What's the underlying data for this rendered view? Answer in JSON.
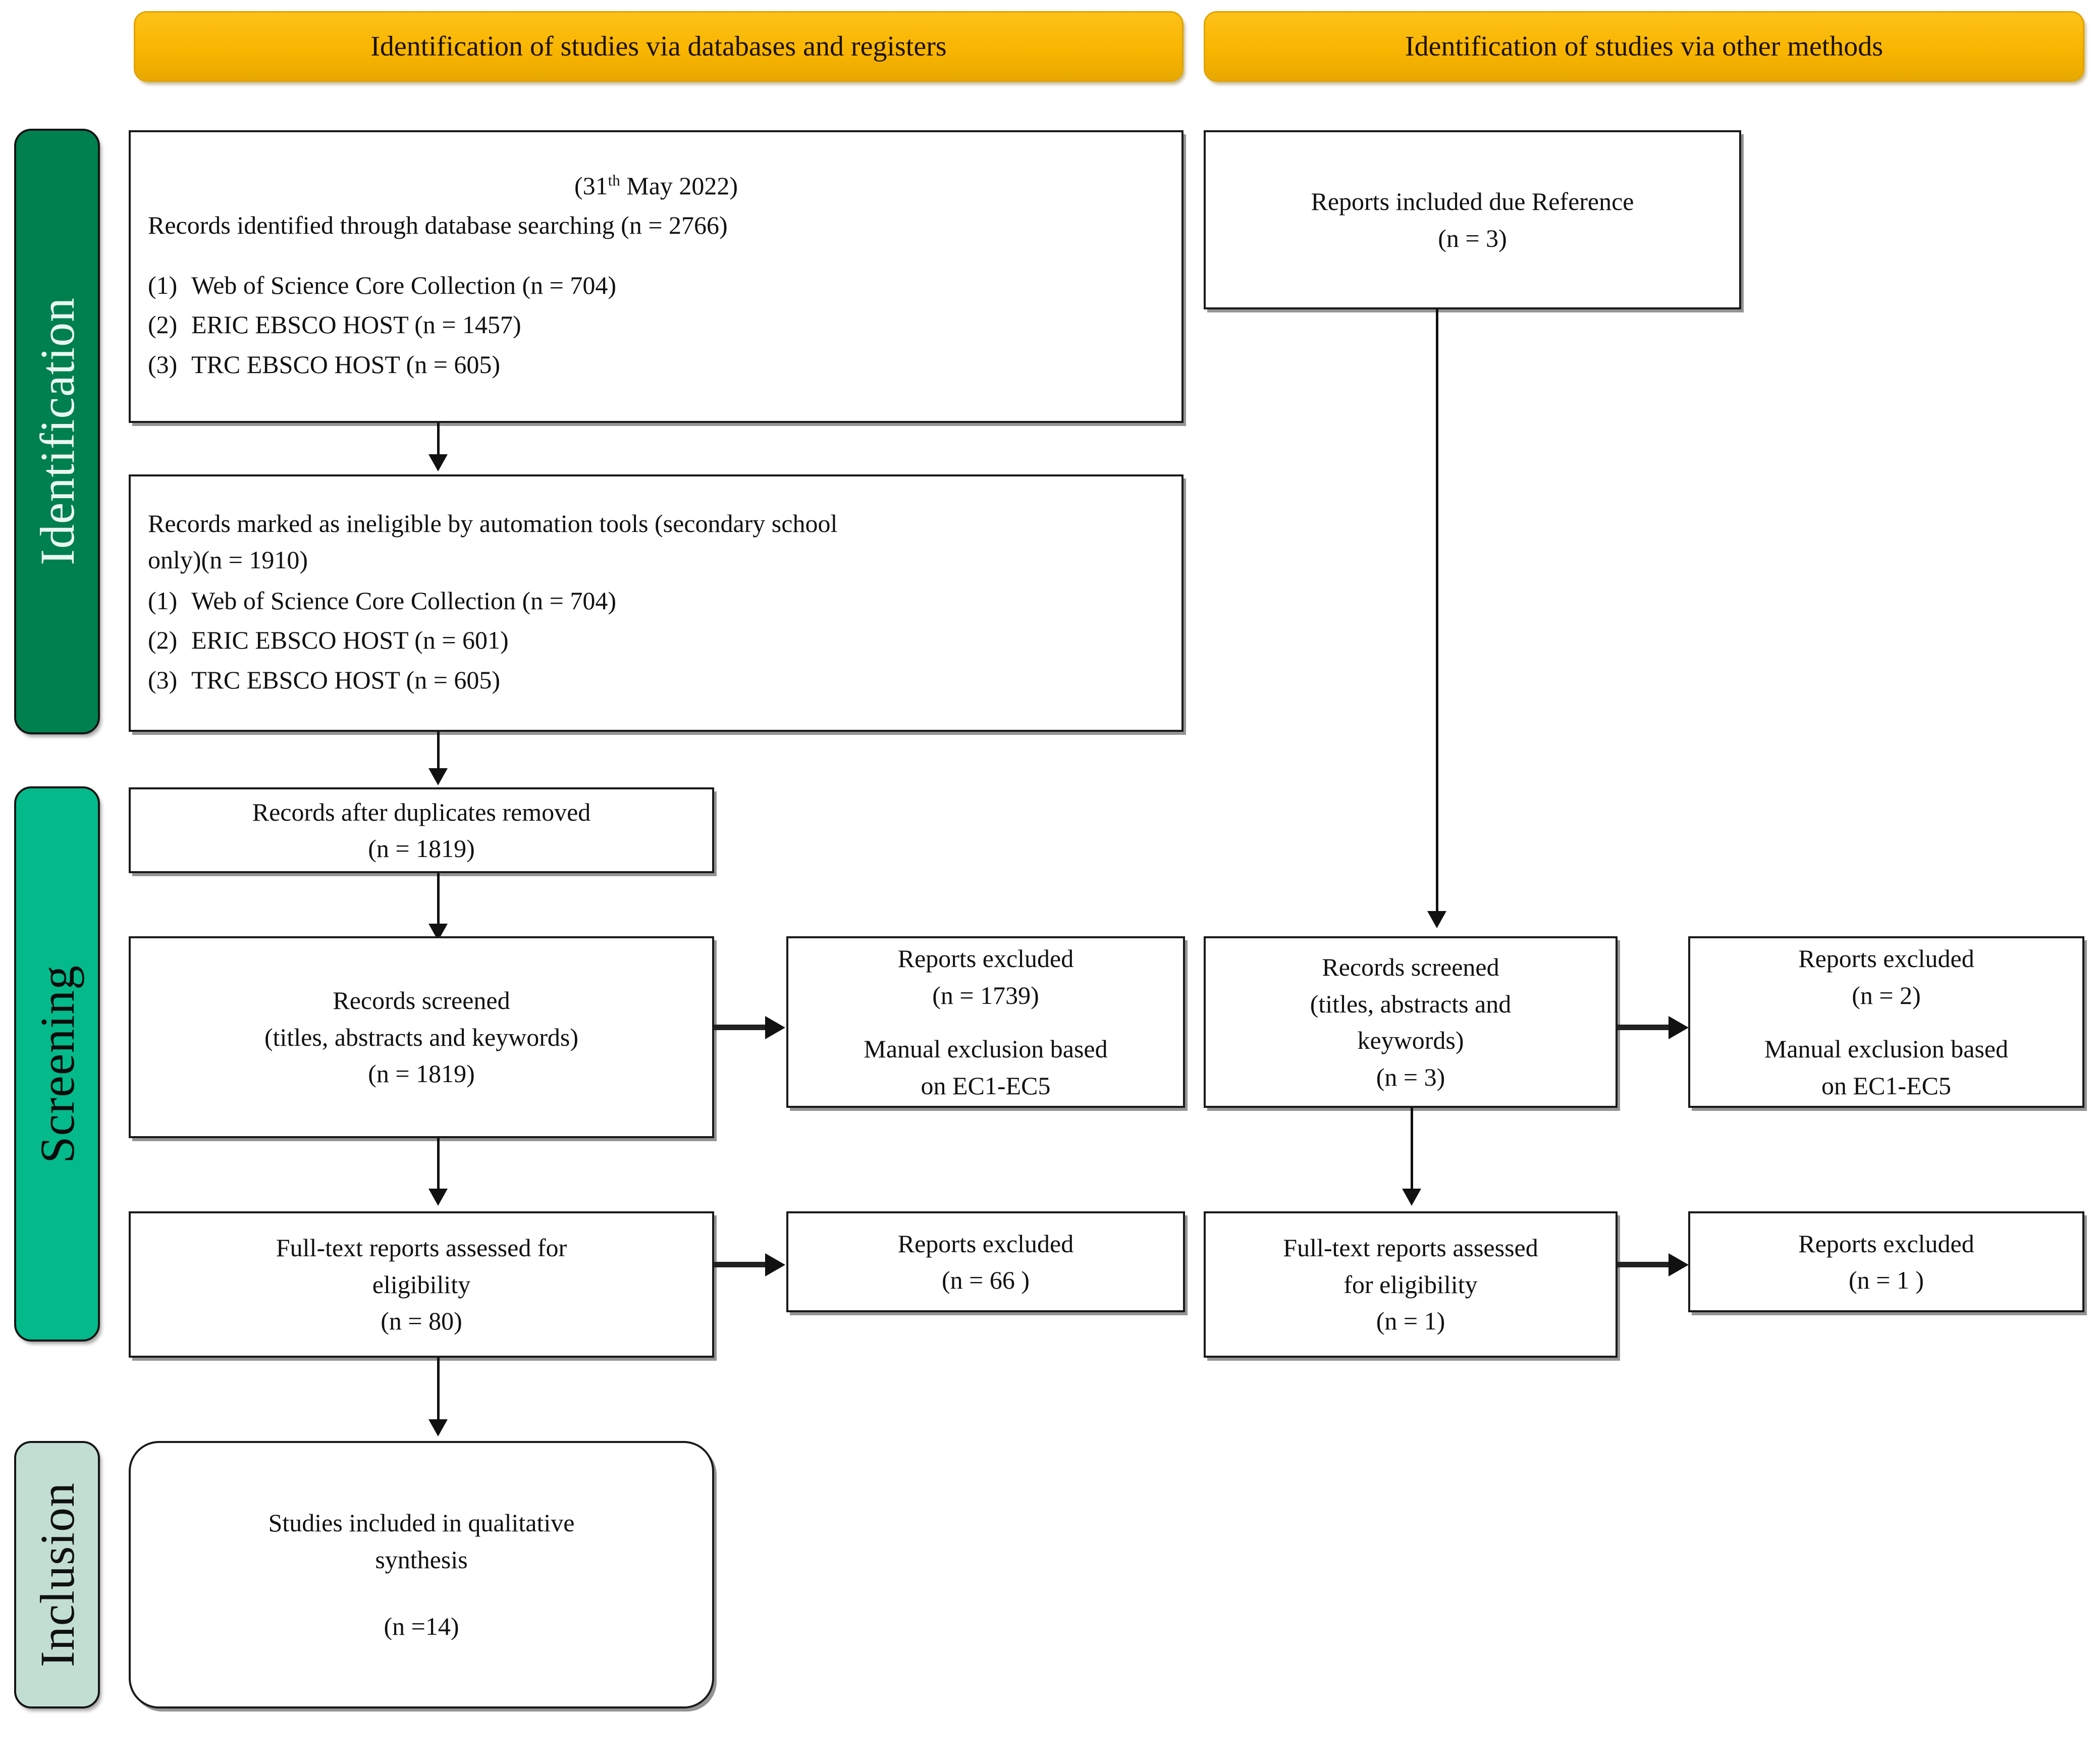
{
  "banners": {
    "left": "Identification of studies via databases and registers",
    "right": "Identification of studies via other methods"
  },
  "phases": {
    "identification": "Identification",
    "screening": "Screening",
    "inclusion": "Inclusion"
  },
  "colors": {
    "banner": "#F9B500",
    "identification_band": "#00804F",
    "screening_band": "#04B98A",
    "inclusion_band": "#C2DED2",
    "box_border": "#1a1a1a",
    "connector": "#111111"
  },
  "db_identified": {
    "date_prefix": "(31",
    "date_sup": "th",
    "date_suffix": " May 2022)",
    "headline": "Records identified through database searching (n = 2766)",
    "sources": [
      {
        "marker": "(1)",
        "label": "Web of Science Core Collection (n = 704)"
      },
      {
        "marker": "(2)",
        "label": "ERIC EBSCO HOST (n = 1457)"
      },
      {
        "marker": "(3)",
        "label": "TRC EBSCO HOST (n = 605)"
      }
    ]
  },
  "db_ineligible": {
    "line1": "Records marked as ineligible by automation tools (secondary school",
    "line2": "only)(n = 1910)",
    "sources": [
      {
        "marker": "(1)",
        "label": "Web of Science Core Collection (n = 704)"
      },
      {
        "marker": "(2)",
        "label": "ERIC EBSCO HOST (n = 601)"
      },
      {
        "marker": "(3)",
        "label": "TRC EBSCO HOST (n = 605)"
      }
    ]
  },
  "duplicates_removed": {
    "line1": "Records after duplicates removed",
    "line2": "(n = 1819)"
  },
  "records_screened_db": {
    "line1": "Records screened",
    "line2": "(titles, abstracts and keywords)",
    "line3": "(n = 1819)"
  },
  "reports_excluded_screen_db": {
    "line1": "Reports excluded",
    "line2": "(n = 1739)",
    "line3": "Manual exclusion based",
    "line4": "on EC1-EC5"
  },
  "fulltext_db": {
    "line1": "Full-text reports assessed for",
    "line2": "eligibility",
    "line3": "(n = 80)"
  },
  "reports_excluded_fulltext_db": {
    "line1": "Reports excluded",
    "line2": "(n = 66 )"
  },
  "included_studies": {
    "line1": "Studies included in qualitative",
    "line2": "synthesis",
    "line3": "(n =14)"
  },
  "other_included": {
    "line1": "Reports included due Reference",
    "line2": "(n = 3)"
  },
  "records_screened_other": {
    "line1": "Records screened",
    "line2": "(titles, abstracts and",
    "line3": "keywords)",
    "line4": "(n = 3)"
  },
  "reports_excluded_screen_other": {
    "line1": "Reports excluded",
    "line2": "(n = 2)",
    "line3": "Manual exclusion based",
    "line4": "on EC1-EC5"
  },
  "fulltext_other": {
    "line1": "Full-text reports assessed",
    "line2": "for eligibility",
    "line3": "(n = 1)"
  },
  "reports_excluded_fulltext_other": {
    "line1": "Reports excluded",
    "line2": "(n = 1 )"
  }
}
